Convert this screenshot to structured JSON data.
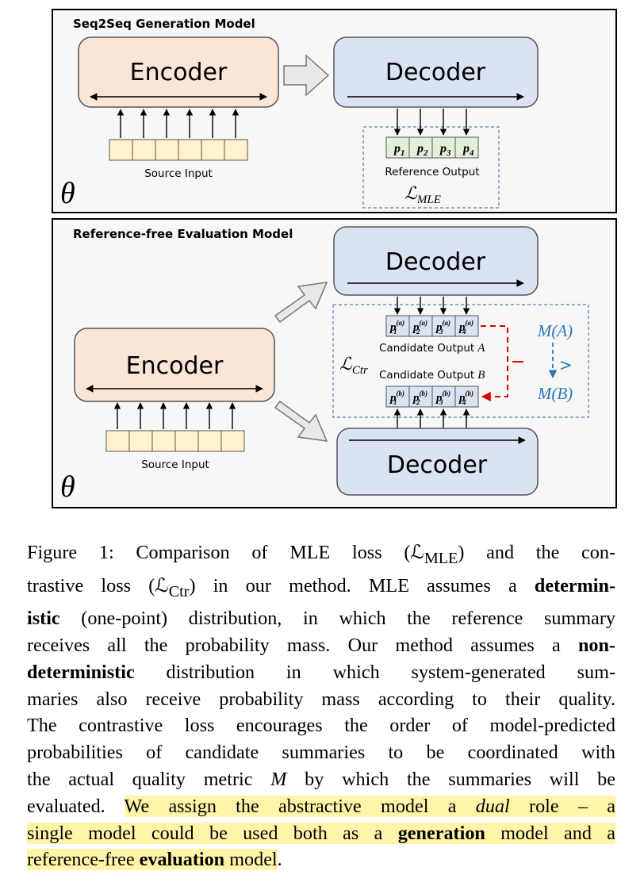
{
  "top_panel": {
    "title": "Seq2Seq Generation Model",
    "encoder_label": "Encoder",
    "decoder_label": "Decoder",
    "source_input_label": "Source Input",
    "reference_output_label": "Reference Output",
    "tokens": [
      "p",
      "p",
      "p",
      "p"
    ],
    "token_subscripts": [
      "1",
      "2",
      "3",
      "4"
    ],
    "loss_main": "ℒ",
    "loss_sub": "MLE",
    "theta": "θ"
  },
  "bottom_panel": {
    "title": "Reference-free Evaluation Model",
    "encoder_label": "Encoder",
    "decoder_top_label": "Decoder",
    "decoder_bottom_label": "Decoder",
    "source_input_label": "Source Input",
    "candidate_a_label": "Candidate Output",
    "candidate_a_var": "A",
    "candidate_b_label": "Candidate Output",
    "candidate_b_var": "B",
    "token_a_sup": "(a)",
    "token_b_sup": "(b)",
    "loss_main": "ℒ",
    "loss_sub": "Ctr",
    "metric_a": "M(A)",
    "metric_b": "M(B)",
    "compare_symbol": ">",
    "theta": "θ"
  },
  "caption": {
    "lines": [
      "Figure 1: Comparison of MLE loss (ℒ<sub>MLE</sub>) and the con-",
      "trastive loss (ℒ<sub>Ctr</sub>) in our method. MLE assumes a <b>determin-</b>",
      "<b>istic</b> (one-point) distribution, in which the reference summary",
      "receives all the probability mass. Our method assumes a <b>non-</b>",
      "<b>deterministic</b> distribution in which system-generated sum-",
      "maries also receive probability mass according to their quality.",
      "The contrastive loss encourages the order of model-predicted",
      "probabilities of candidate summaries to be coordinated with",
      "the actual quality metric <i>M</i> by which the summaries will be",
      "evaluated. <span class=\"hl\">We assign the abstractive model a <i>dual</i> role – a</span>",
      "<span class=\"hl\">single model could be used both as a <b>generation</b> model and a</span>",
      "<span class=\"hl\">reference-free <b>evaluation</b> model</span>."
    ]
  },
  "colors": {
    "encoder_fill": "#fbe5d6",
    "decoder_fill": "#dae3f3",
    "token_top_fill": "#e2f0d9",
    "token_bottom_fill": "#dae3f3",
    "source_fill": "#fff2cc",
    "panel_fill": "#f7f7f7",
    "metric_blue": "#2e75b6",
    "dash_red": "#e00000",
    "highlight": "#fff4a8"
  }
}
